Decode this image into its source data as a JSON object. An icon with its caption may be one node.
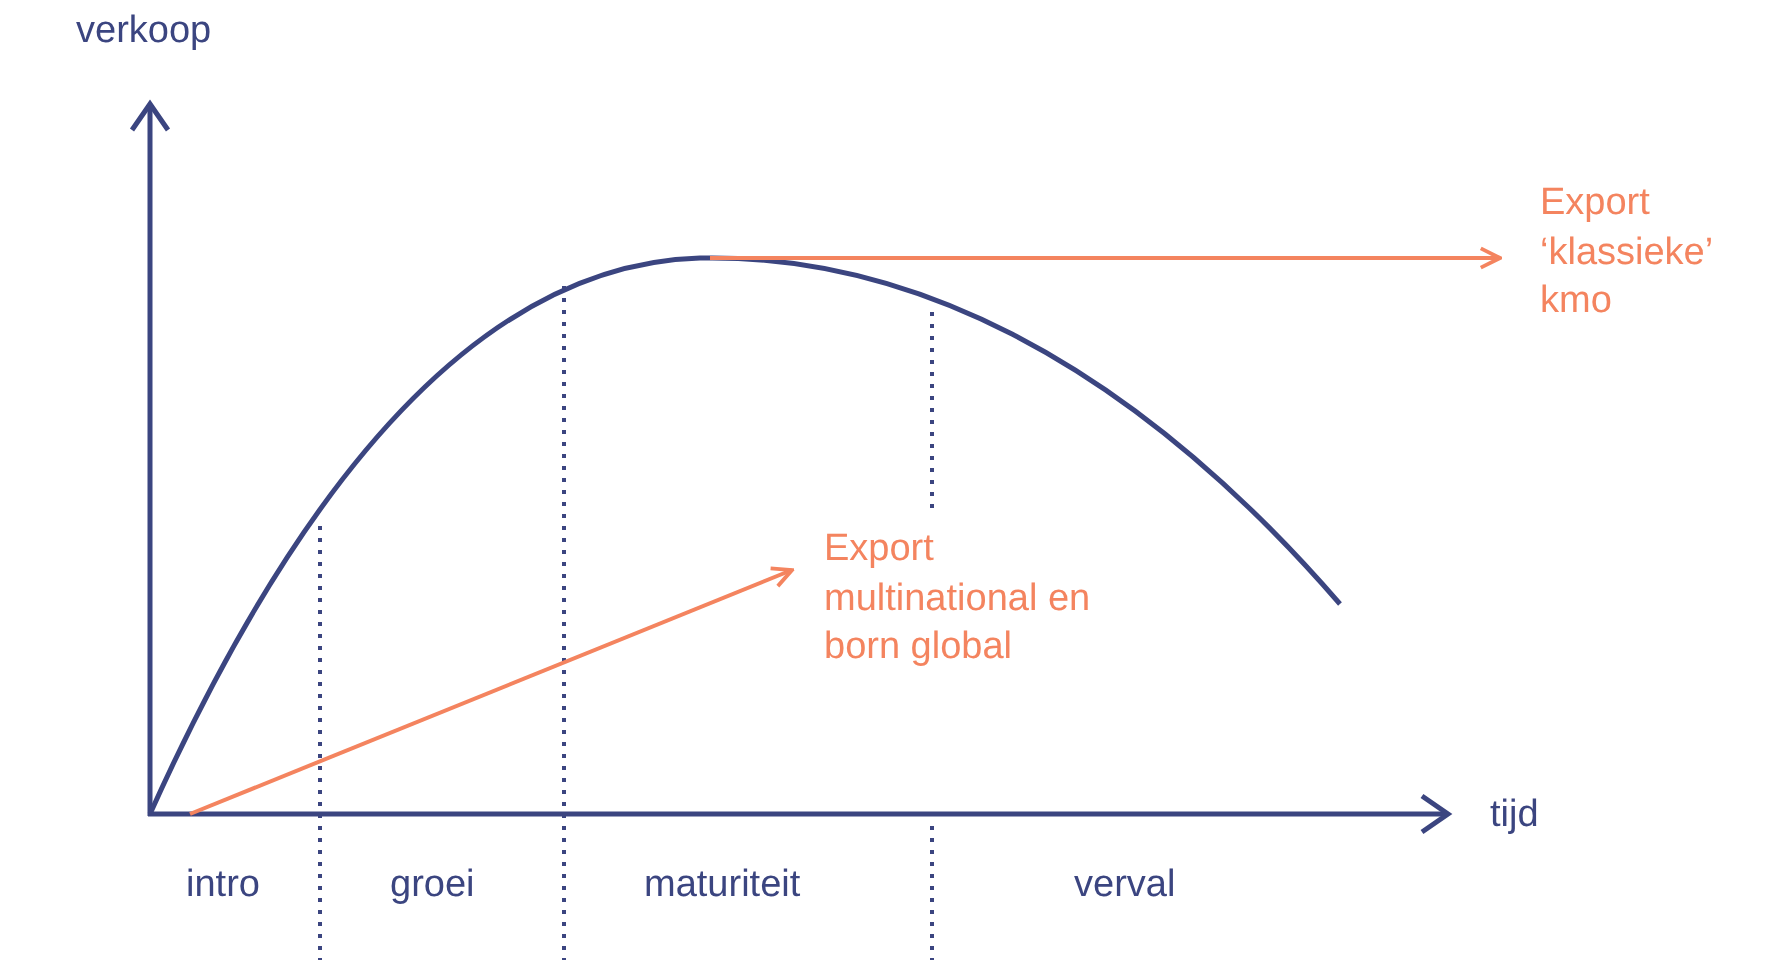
{
  "diagram": {
    "nodes": [
      {
        "text": [
          "Export ‘klassieke’ kmo"
        ]
      },
      {
        "text": [
          "Export multinational en born global"
        ]
      }
    ],
    "edges": [
      {
        "from": null,
        "to": 0,
        "arrow": "to"
      },
      {
        "from": null,
        "to": 1,
        "arrow": "to"
      }
    ],
    "labels": [
      "verkoop",
      "tijd",
      "intro",
      "groei",
      "maturiteit",
      "verval"
    ]
  }
}
